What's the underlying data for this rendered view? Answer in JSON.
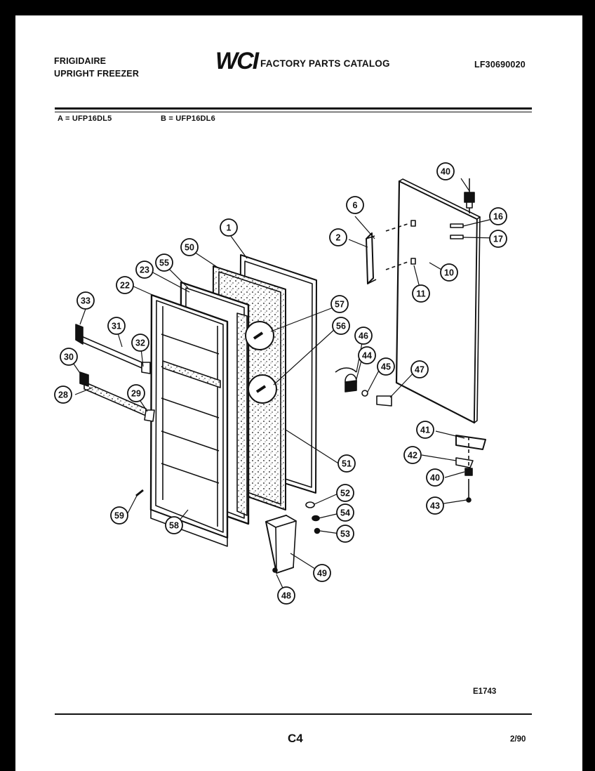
{
  "header": {
    "brand": "FRIGIDAIRE",
    "product": "UPRIGHT FREEZER",
    "logo": "WCI",
    "catalog_title": "FACTORY PARTS CATALOG",
    "catalog_number": "LF30690020",
    "model_a": "A = UFP16DL5",
    "model_b": "B = UFP16DL6"
  },
  "callouts": [
    {
      "id": "c40a",
      "label": "40"
    },
    {
      "id": "c6",
      "label": "6"
    },
    {
      "id": "c16",
      "label": "16"
    },
    {
      "id": "c1",
      "label": "1"
    },
    {
      "id": "c2",
      "label": "2"
    },
    {
      "id": "c17",
      "label": "17"
    },
    {
      "id": "c50",
      "label": "50"
    },
    {
      "id": "c10",
      "label": "10"
    },
    {
      "id": "c23",
      "label": "23"
    },
    {
      "id": "c55",
      "label": "55"
    },
    {
      "id": "c22",
      "label": "22"
    },
    {
      "id": "c11",
      "label": "11"
    },
    {
      "id": "c33",
      "label": "33"
    },
    {
      "id": "c57",
      "label": "57"
    },
    {
      "id": "c31",
      "label": "31"
    },
    {
      "id": "c56",
      "label": "56"
    },
    {
      "id": "c46",
      "label": "46"
    },
    {
      "id": "c32",
      "label": "32"
    },
    {
      "id": "c44",
      "label": "44"
    },
    {
      "id": "c30",
      "label": "30"
    },
    {
      "id": "c45",
      "label": "45"
    },
    {
      "id": "c47",
      "label": "47"
    },
    {
      "id": "c28",
      "label": "28"
    },
    {
      "id": "c29",
      "label": "29"
    },
    {
      "id": "c41",
      "label": "41"
    },
    {
      "id": "c42",
      "label": "42"
    },
    {
      "id": "c51",
      "label": "51"
    },
    {
      "id": "c40b",
      "label": "40"
    },
    {
      "id": "c52",
      "label": "52"
    },
    {
      "id": "c43",
      "label": "43"
    },
    {
      "id": "c59",
      "label": "59"
    },
    {
      "id": "c54",
      "label": "54"
    },
    {
      "id": "c58",
      "label": "58"
    },
    {
      "id": "c53",
      "label": "53"
    },
    {
      "id": "c49",
      "label": "49"
    },
    {
      "id": "c48",
      "label": "48"
    }
  ],
  "footer": {
    "figure_id": "E1743",
    "page": "C4",
    "date": "2/90"
  }
}
